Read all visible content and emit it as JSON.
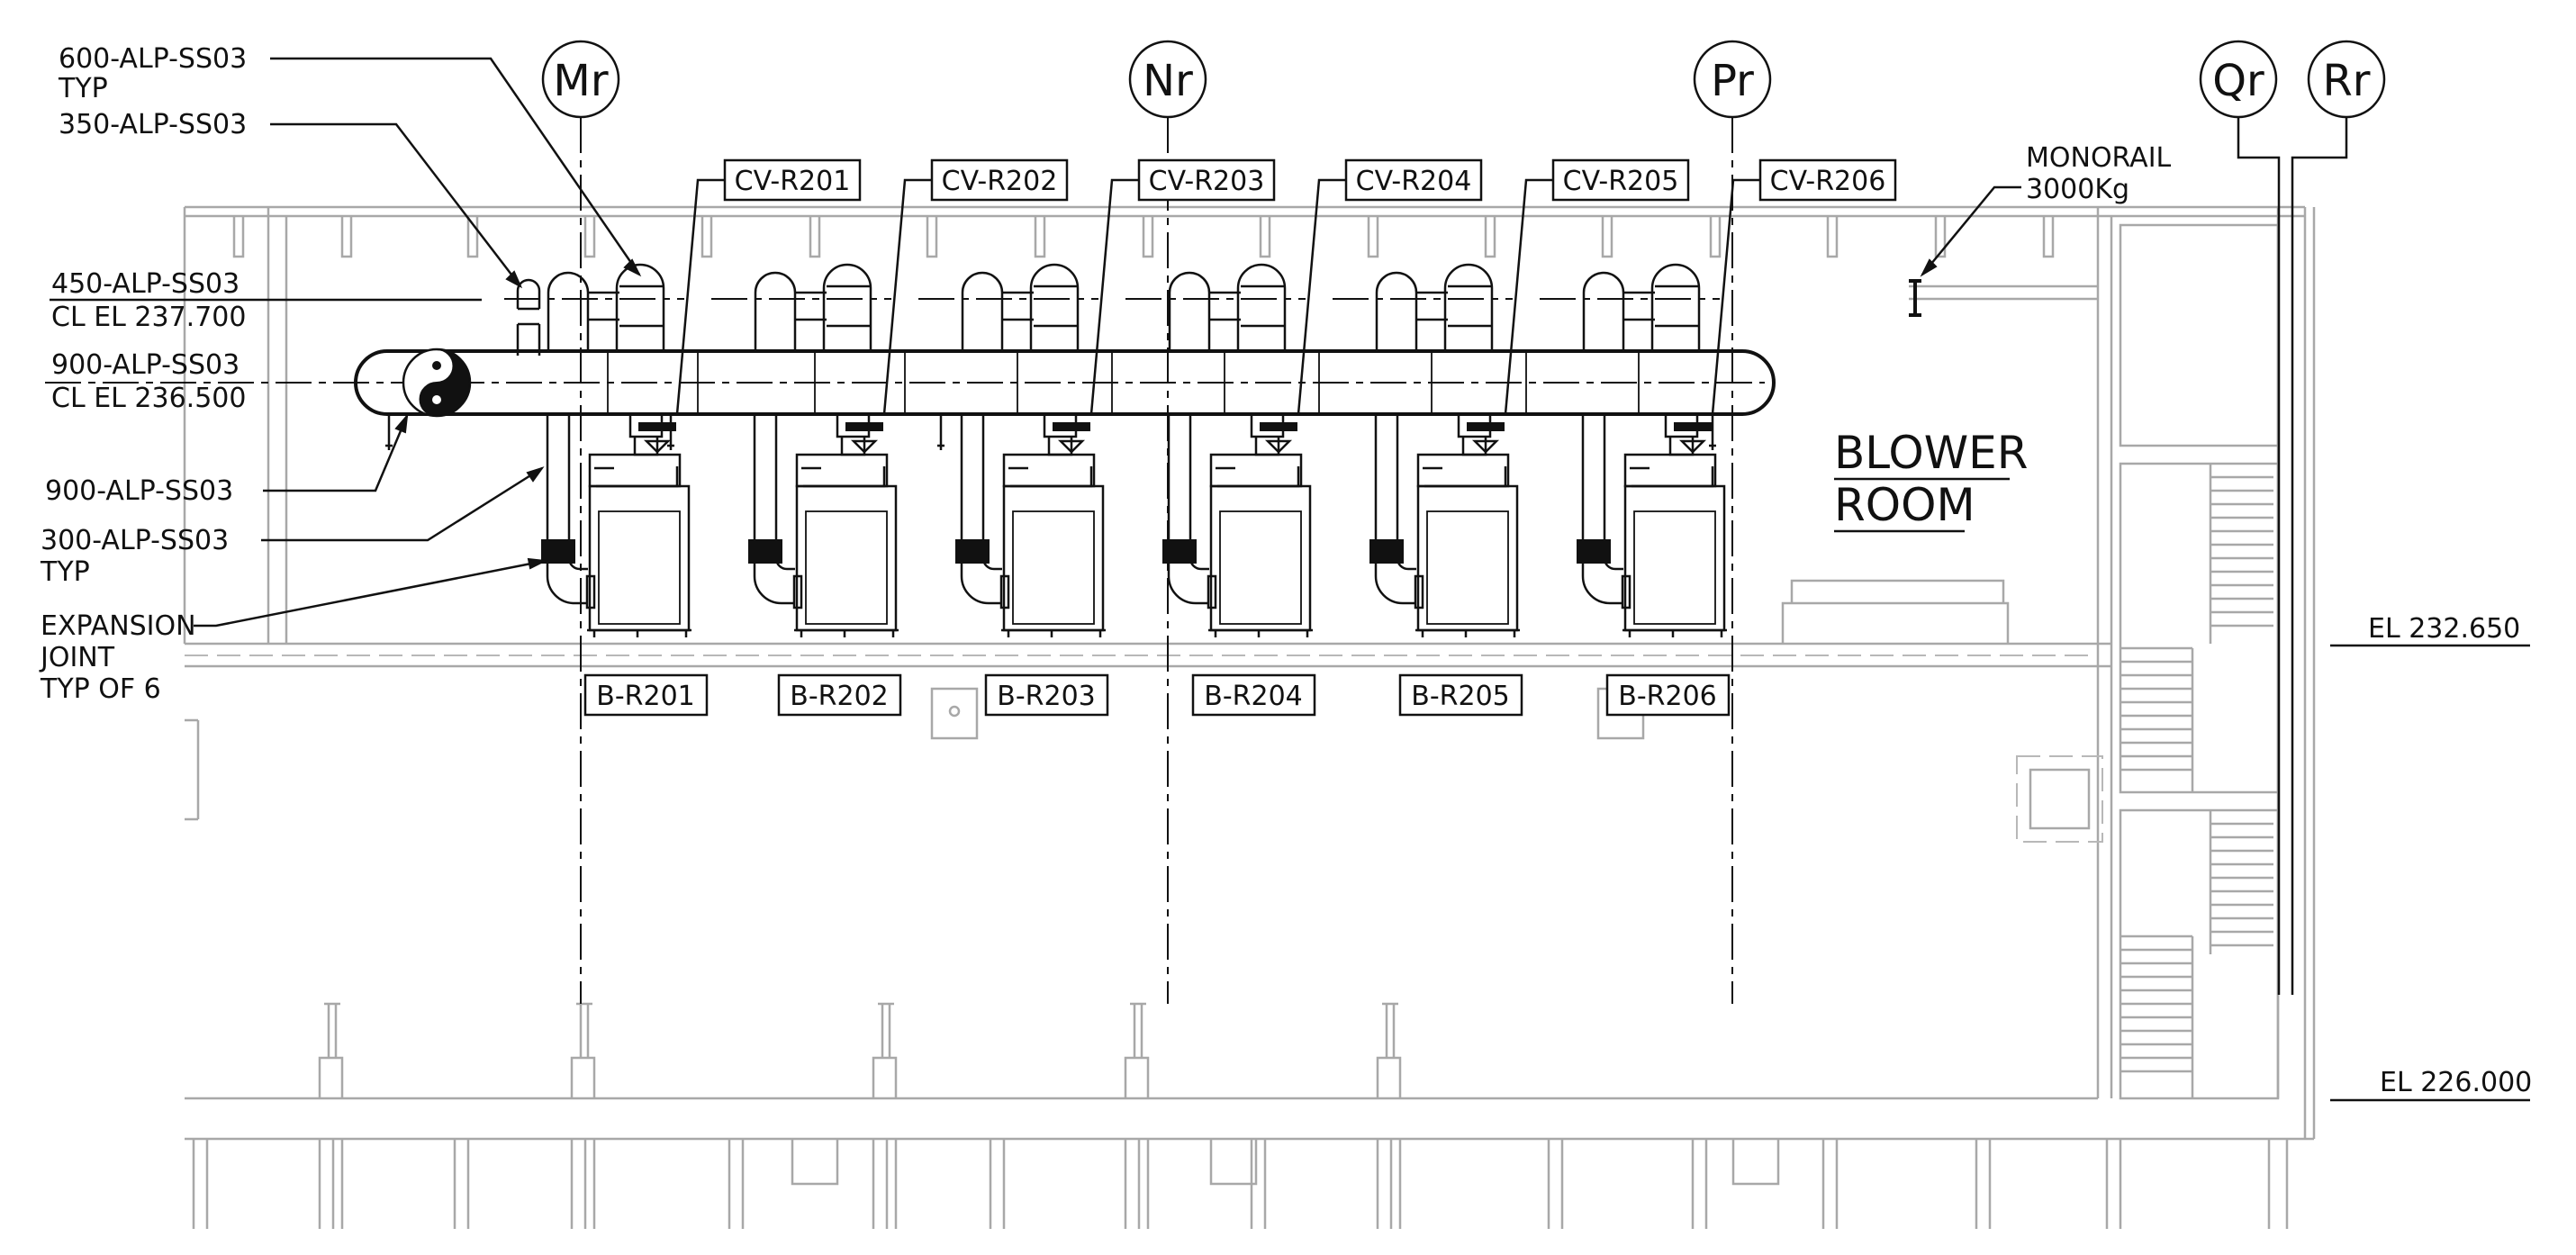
{
  "grid_bubbles": [
    {
      "label": "Mr"
    },
    {
      "label": "Nr"
    },
    {
      "label": "Pr"
    },
    {
      "label": "Qr"
    },
    {
      "label": "Rr"
    }
  ],
  "valve_tags": [
    "CV-R201",
    "CV-R202",
    "CV-R203",
    "CV-R204",
    "CV-R205",
    "CV-R206"
  ],
  "blower_tags": [
    "B-R201",
    "B-R202",
    "B-R203",
    "B-R204",
    "B-R205",
    "B-R206"
  ],
  "callouts": {
    "pipe_600": {
      "line1": "600-ALP-SS03",
      "line2": "TYP"
    },
    "pipe_350": {
      "line1": "350-ALP-SS03"
    },
    "pipe_450": {
      "line1": "450-ALP-SS03",
      "line2": "CL EL 237.700"
    },
    "pipe_900_header": {
      "line1": "900-ALP-SS03",
      "line2": "CL EL 236.500"
    },
    "pipe_900": {
      "line1": "900-ALP-SS03"
    },
    "pipe_300": {
      "line1": "300-ALP-SS03",
      "line2": "TYP"
    },
    "expansion_joint": {
      "line1": "EXPANSION",
      "line2": "JOINT",
      "line3": "TYP OF 6"
    },
    "monorail": {
      "line1": "MONORAIL",
      "line2": "3000Kg"
    }
  },
  "room_label": {
    "line1": "BLOWER",
    "line2": "ROOM"
  },
  "elevations": {
    "upper": "EL 232.650",
    "lower": "EL 226.000"
  }
}
